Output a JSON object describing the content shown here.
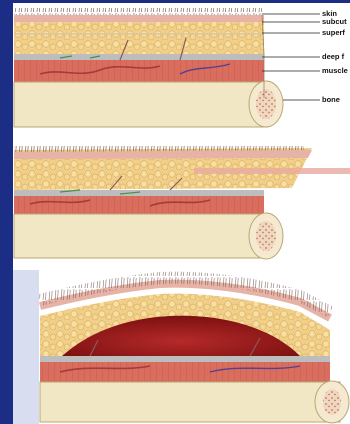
{
  "figure": {
    "labels": {
      "skin": "skin",
      "subcutaneous": "subcut",
      "superficial_fascia": "superf",
      "deep_fascia": "deep f",
      "muscle": "muscle",
      "bone": "bone"
    }
  }
}
